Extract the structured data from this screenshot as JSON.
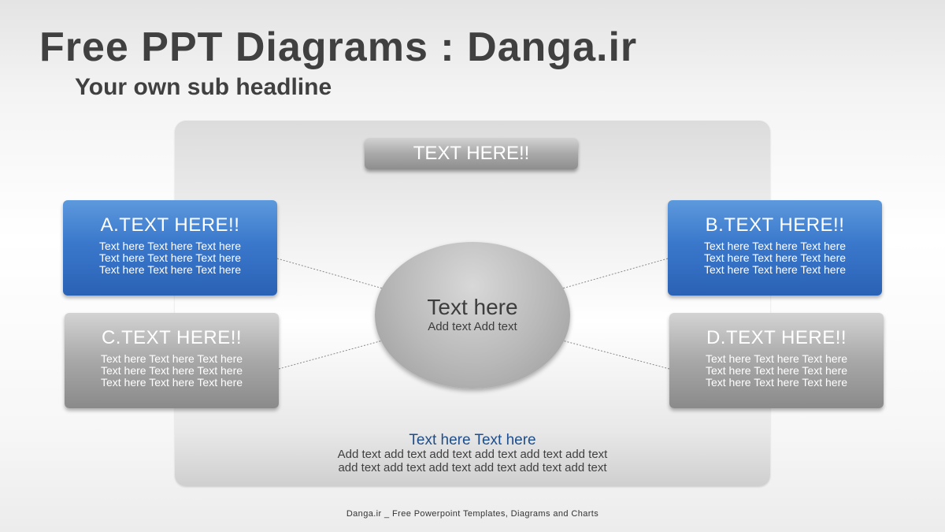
{
  "header": {
    "title": "Free PPT Diagrams : Danga.ir",
    "subtitle": "Your own sub headline"
  },
  "diagram": {
    "top_label": "TEXT HERE!!",
    "center": {
      "title": "Text here",
      "subtitle": "Add text Add text"
    },
    "boxes": [
      {
        "title": "A.TEXT HERE!!",
        "lines": [
          "Text here Text here Text here",
          "Text here Text here Text here",
          "Text here Text here Text here"
        ]
      },
      {
        "title": "B.TEXT HERE!!",
        "lines": [
          "Text here Text here Text here",
          "Text here Text here Text here",
          "Text here Text here Text here"
        ]
      },
      {
        "title": "C.TEXT HERE!!",
        "lines": [
          "Text here Text here Text here",
          "Text here Text here Text here",
          "Text here Text here Text here"
        ]
      },
      {
        "title": "D.TEXT HERE!!",
        "lines": [
          "Text here Text here Text here",
          "Text here Text here Text here",
          "Text here Text here Text here"
        ]
      }
    ],
    "bottom": {
      "heading": "Text here Text here",
      "lines": [
        "Add text add text add text add text add text add text",
        "add text add text add text add text add text add text"
      ]
    }
  },
  "footer": "Danga.ir _ Free Powerpoint Templates, Diagrams and Charts",
  "colors": {
    "blue_box": "#3a78cc",
    "gray_box": "#a8a8a8",
    "title_text": "#404040",
    "accent_heading": "#1f4e8c"
  }
}
